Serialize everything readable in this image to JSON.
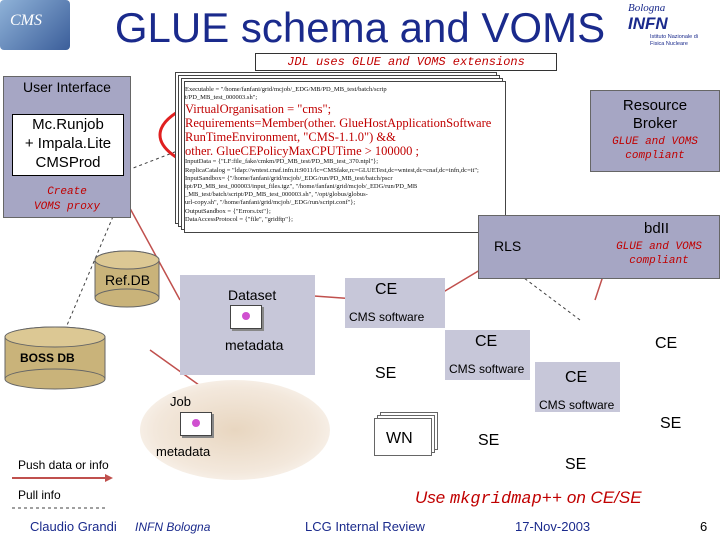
{
  "slide": {
    "title": "GLUE schema and VOMS",
    "subtitle": "JDL uses GLUE and VOMS extensions",
    "logo_left": "CMS",
    "logo_right_1": "Bologna",
    "logo_right_2": "INFN",
    "logo_right_3": "Istituto Nazionale di Fisica Nucleare",
    "page_number": "6"
  },
  "ui": {
    "label": "User Interface",
    "tools": [
      "Mc.Runjob",
      "+ Impala.Lite",
      "CMSProd"
    ],
    "create_voms": [
      "Create",
      "VOMS proxy"
    ]
  },
  "jdl": {
    "line1": "Executable = \"/home/fanfani/grid/mcjob/_EDG/MB/PD_MB_test/batch/scrip",
    "line2": "t/PD_MB_test_000003.sh\";",
    "vo": "VirtualOrganisation = \"cms\";",
    "req1": "Requirements=Member(other. GlueHostApplicationSoftware",
    "req2": "RunTimeEnvironment, \"CMS-1.1.0\") &&",
    "req3": "other. GlueCEPolicyMaxCPUTime > 100000 ;",
    "line3": "InputData = {\"LF:file_fake/cmkm/PD_MB_test/PD_MB_test_370.ntpl\"};",
    "line4": "ReplicaCatalog = \"ldap://wntest.cnaf.infn.it:9011/lc=CMSfake,rc=GLUETest,dc=wntest,dc=cnaf,dc=infn,dc=it\";",
    "line5": "InputSandbox= {\"/home/fanfani/grid/mcjob/_EDG/run/PD_MB_test/batch/pscr",
    "line6": "ipt/PD_MB_test_000003/input_files.tgz\", \"/home/fanfani/grid/mcjob/_EDG/run/PD_MB",
    "line7": "_MB_test/batch/script/PD_MB_test_000003.sh\", \"/opt/globus/globus-",
    "line8": "url-copy.sh\", \"/home/fanfani/grid/mcjob/_EDG/run/script.conf\"};",
    "line9": "OutputSandbox = {\"Errors.txt\"};",
    "line10": "DataAccessProtocol = {\"file\", \"gridftp\"};"
  },
  "rb": {
    "title": [
      "Resource",
      "Broker"
    ],
    "note": [
      "GLUE and VOMS",
      "compliant"
    ]
  },
  "bdii": {
    "title": "bdII",
    "rls": "RLS",
    "note": [
      "GLUE and VOMS",
      "compliant"
    ]
  },
  "diagram": {
    "refdb": "Ref.DB",
    "dataset": "Dataset",
    "metadata1": "metadata",
    "boss": "BOSS DB",
    "job": "Job",
    "metadata2": "metadata",
    "push": "Push data or info",
    "pull": "Pull info",
    "ce1": "CE",
    "cms_sw1": "CMS software",
    "ce2": "CE",
    "cms_sw2": "CMS software",
    "se1": "SE",
    "ce3": "CE",
    "ce4": "CE",
    "cms_sw3": "CMS software",
    "se2": "SE",
    "wn": "WN",
    "se3": "SE",
    "se4": "SE",
    "use_prefix": "Use ",
    "use_cmd": "mkgridmap++",
    "use_suffix": " on CE/SE"
  },
  "footer": {
    "author": "Claudio Grandi",
    "inst": "INFN Bologna",
    "event": "LCG Internal Review",
    "date": "17-Nov-2003"
  },
  "colors": {
    "title_blue": "#1a2a8c",
    "note_red": "#c00000",
    "box_lavender": "#a6a6c4",
    "footer_blue": "#2432a2"
  }
}
